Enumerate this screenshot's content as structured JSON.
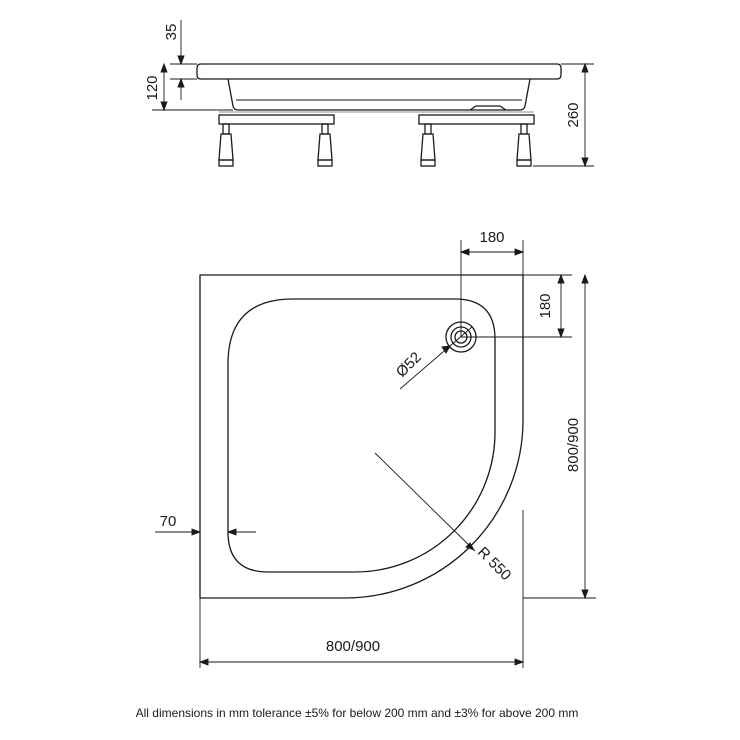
{
  "side_view": {
    "dim_top": "35",
    "dim_left": "120",
    "dim_right": "260"
  },
  "plan_view": {
    "dim_waste_x": "180",
    "dim_waste_y": "180",
    "dim_waste_diameter": "Ø52",
    "dim_height": "800/900",
    "dim_width": "800/900",
    "dim_radius": "R 550",
    "dim_edge": "70"
  },
  "footer": {
    "note": "All dimensions in mm tolerance ±5% for below 200 mm and ±3% for above 200 mm"
  },
  "colors": {
    "line": "#1a1a1a"
  }
}
